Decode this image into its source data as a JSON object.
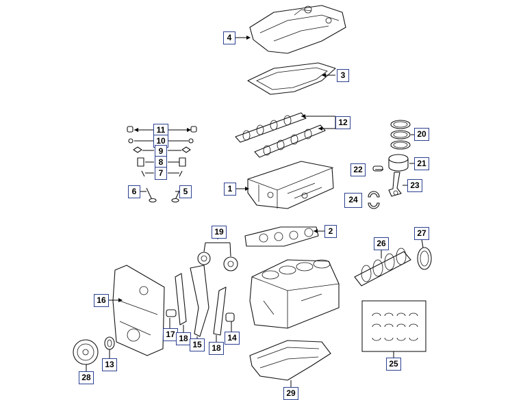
{
  "diagram": {
    "callouts": {
      "c1": "1",
      "c2": "2",
      "c3": "3",
      "c4": "4",
      "c5": "5",
      "c6": "6",
      "c7": "7",
      "c8": "8",
      "c9": "9",
      "c10": "10",
      "c11": "11",
      "c12": "12",
      "c13": "13",
      "c14": "14",
      "c15": "15",
      "c16": "16",
      "c17": "17",
      "c18a": "18",
      "c18b": "18",
      "c19": "19",
      "c20": "20",
      "c21": "21",
      "c22": "22",
      "c23": "23",
      "c24": "24",
      "c25": "25",
      "c26": "26",
      "c27": "27",
      "c28": "28",
      "c29": "29"
    }
  }
}
